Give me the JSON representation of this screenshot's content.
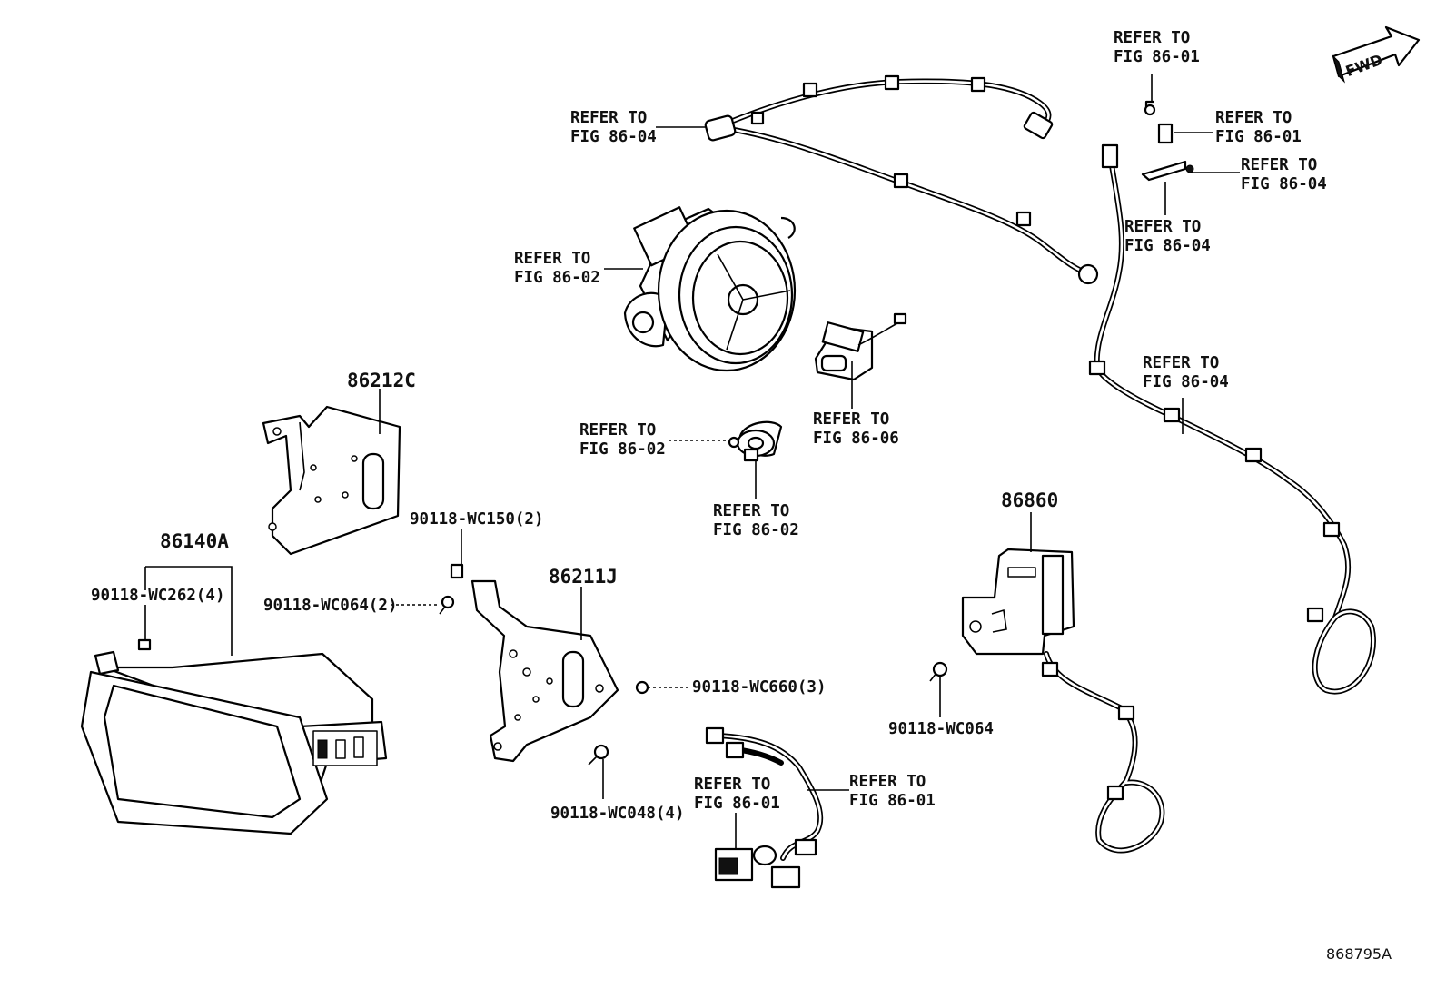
{
  "fwd_arrow": "FWD",
  "diagram_id": "868795A",
  "parts": {
    "p86212C": "86212C",
    "p86140A": "86140A",
    "p86211J": "86211J",
    "p86860": "86860"
  },
  "fasteners": {
    "wc262": "90118-WC262(4)",
    "wc150": "90118-WC150(2)",
    "wc064_2": "90118-WC064(2)",
    "wc660": "90118-WC660(3)",
    "wc048": "90118-WC048(4)",
    "wc064": "90118-WC064"
  },
  "refs": {
    "refer_to": "REFER TO",
    "fig_86_01": "FIG 86-01",
    "fig_86_02": "FIG 86-02",
    "fig_86_04": "FIG 86-04",
    "fig_86_06": "FIG 86-06"
  }
}
